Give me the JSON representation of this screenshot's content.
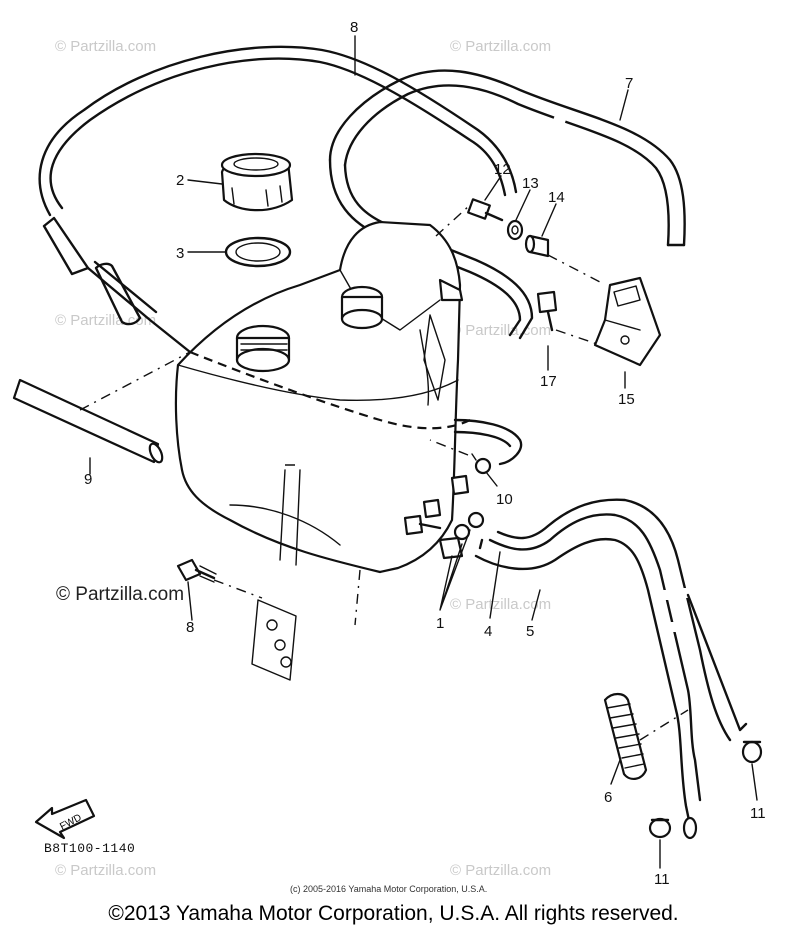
{
  "watermark": "© Partzilla.com",
  "watermark_small": "© Partzilla.com",
  "diagram_code": "B8T100-1140",
  "fwd_label": "FWD",
  "small_copyright": "(c) 2005-2016 Yamaha Motor Corporation, U.S.A.",
  "footer_copyright": "©2013 Yamaha Motor Corporation, U.S.A. All rights reserved.",
  "callouts": {
    "c1": "1",
    "c2": "2",
    "c3": "3",
    "c4": "4",
    "c5": "5",
    "c6": "6",
    "c7": "7",
    "c8": "8",
    "c9": "9",
    "c10": "10",
    "c11a": "11",
    "c11b": "11",
    "c12": "12",
    "c13": "13",
    "c14": "14",
    "c15": "15",
    "c17": "17",
    "c8b": "8"
  }
}
